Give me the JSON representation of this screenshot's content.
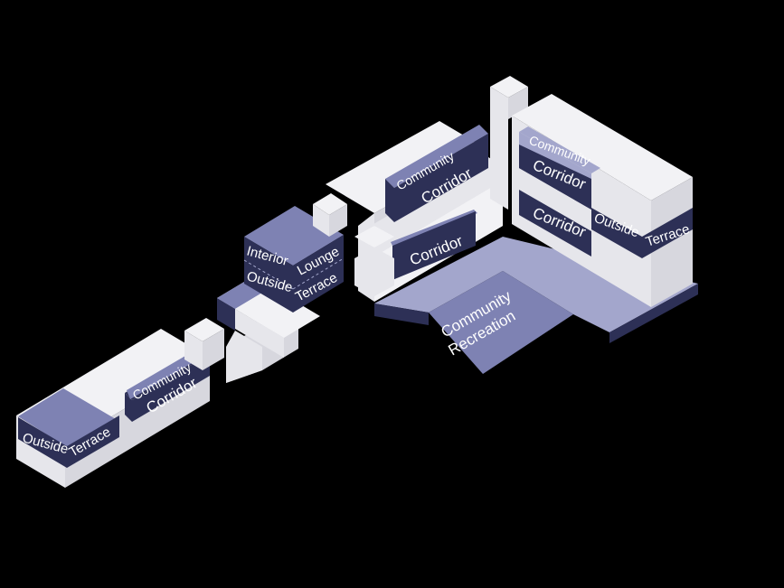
{
  "colors": {
    "background": "#000000",
    "block_top": "#f2f2f5",
    "block_left": "#e6e6eb",
    "block_right": "#d7d7de",
    "label_dark": "#2d3056",
    "label_mid": "#7e82b3",
    "label_light": "#a3a6cc",
    "label_text": "#ffffff"
  },
  "labels": {
    "outside": "Outside",
    "terrace": "Terrace",
    "community": "Community",
    "corridor": "Corridor",
    "interior": "Interior",
    "lounge": "Lounge",
    "recreation": "Recreation"
  }
}
